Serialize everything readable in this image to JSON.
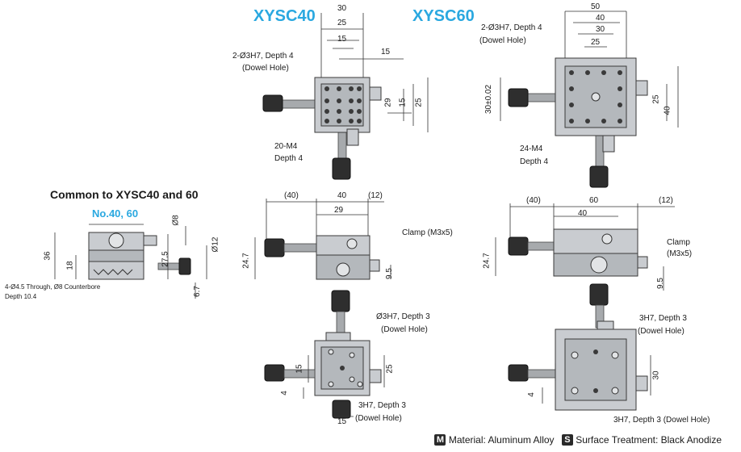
{
  "titles": {
    "xysc40": "XYSC40",
    "xysc60": "XYSC60"
  },
  "common": {
    "heading": "Common to XYSC40 and 60",
    "subheading": "No.40, 60"
  },
  "xysc40_top": {
    "d30": "30",
    "d25": "25",
    "d15": "15",
    "d15tol": "15",
    "dowel_spec": "2-Ø3H7, Depth 4",
    "dowel_hole": "(Dowel Hole)",
    "v29": "29",
    "v15": "15",
    "v25": "25",
    "m4": "20-M4",
    "m4_depth": "Depth 4"
  },
  "xysc60_top": {
    "d50": "50",
    "d40": "40",
    "d30": "30",
    "d25": "25",
    "dowel_spec": "2-Ø3H7, Depth 4",
    "dowel_hole": "(Dowel Hole)",
    "v30": "30±0.02",
    "v25": "25",
    "v40": "40",
    "m4": "24-M4",
    "m4_depth": "Depth 4"
  },
  "common_side": {
    "d36": "36",
    "d18": "18",
    "d27_5": "27.5",
    "d8": "Ø8",
    "d12": "Ø12",
    "d6_7": "6.7",
    "through": "4-Ø4.5 Through, Ø8 Counterbore",
    "depth": "Depth 10.4"
  },
  "xysc40_front": {
    "d40p": "(40)",
    "d40": "40",
    "d12p": "(12)",
    "d29": "29",
    "d24_7": "24.7",
    "d9_5": "9.5",
    "clamp": "Clamp (M3x5)"
  },
  "xysc60_front": {
    "d40p": "(40)",
    "d60": "60",
    "d12p": "(12)",
    "d40": "40",
    "d24_7": "24.7",
    "d9_5": "9.5",
    "clamp": "Clamp",
    "clamp_size": "(M3x5)"
  },
  "xysc40_bottom": {
    "spec": "Ø3H7, Depth 3",
    "hole": "(Dowel Hole)",
    "d15": "15",
    "d25": "25",
    "d4": "4",
    "spec2": "3H7, Depth 3",
    "hole2": "(Dowel Hole)",
    "d15b": "15"
  },
  "xysc60_bottom": {
    "spec": "3H7, Depth 3",
    "hole": "(Dowel Hole)",
    "d30": "30",
    "d4": "4",
    "spec2": "3H7, Depth 3 (Dowel Hole)"
  },
  "legend": {
    "m_icon": "M",
    "material": "Material: Aluminum Alloy",
    "s_icon": "S",
    "surface": "Surface Treatment: Black Anodize"
  },
  "colors": {
    "title": "#2aa8e0",
    "body": "#c9ccd0",
    "knob": "#2e2e2e"
  }
}
